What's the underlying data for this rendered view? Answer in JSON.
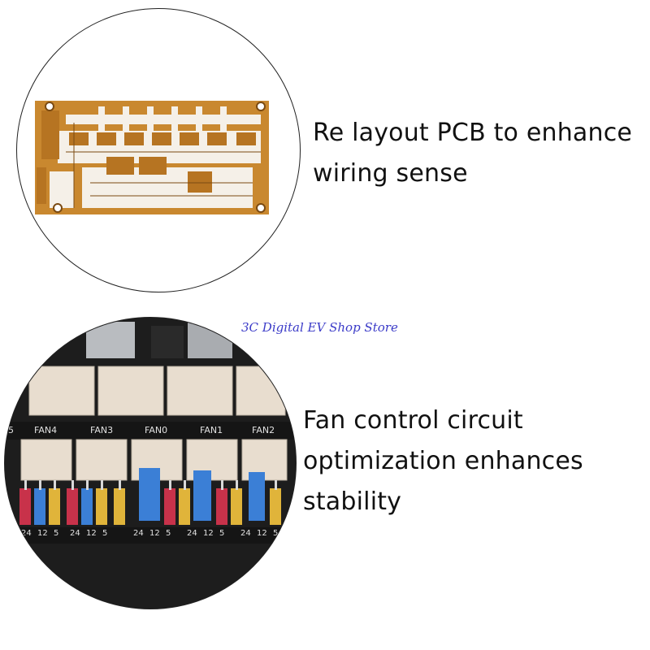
{
  "captions": {
    "top": [
      "Re layout PCB to enhance",
      "wiring sense"
    ],
    "bottom": [
      "Fan control circuit",
      "optimization enhances",
      "stability"
    ]
  },
  "watermark": "3C Digital EV Shop Store",
  "board": {
    "fan_labels": [
      "FAN4",
      "FAN3",
      "FAN0",
      "FAN1",
      "FAN2"
    ],
    "side_label": "5",
    "voltage_labels": [
      "24",
      "12",
      "5"
    ]
  },
  "colors": {
    "pcb_copper": "#c9882f",
    "board_black": "#1d1d1d",
    "connector_beige": "#e8ddcf",
    "jumper_red": "#c8324a",
    "jumper_blue": "#3b7fd6",
    "jumper_yellow": "#e0b43a"
  }
}
